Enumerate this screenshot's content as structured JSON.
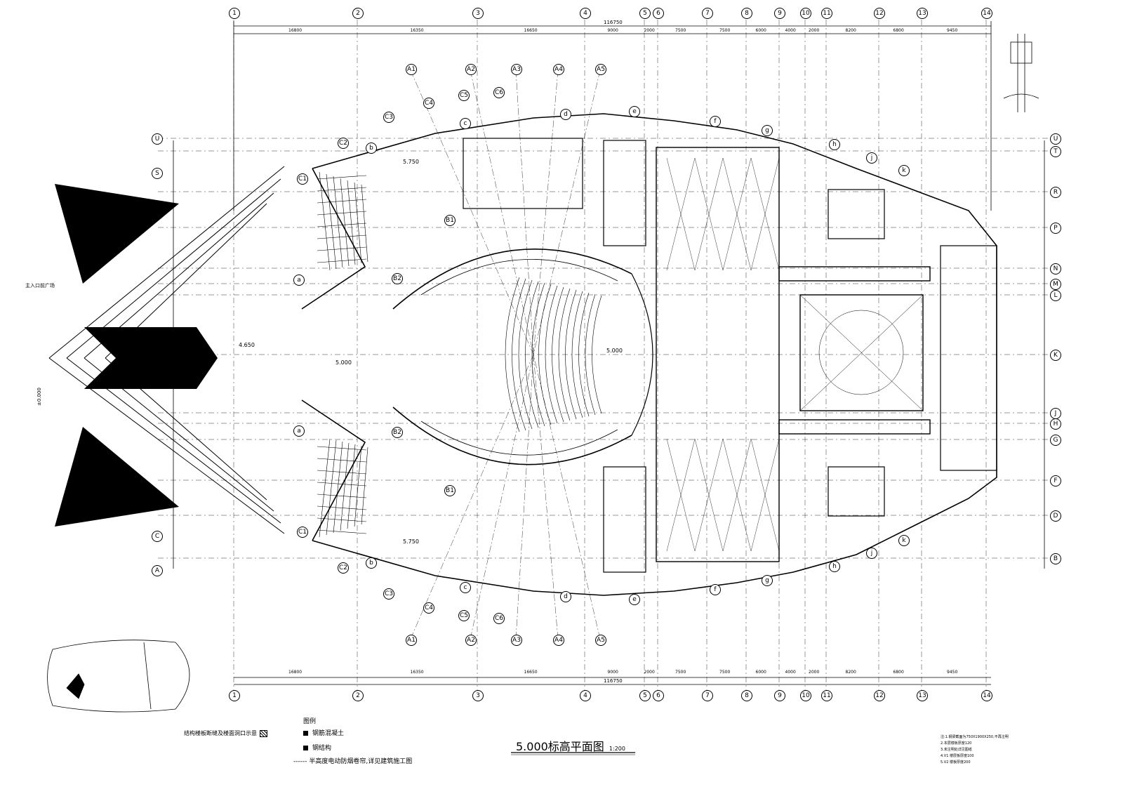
{
  "drawing_title": "5.000标高平面图",
  "drawing_scale": "1:200",
  "overall_dimension": "116750",
  "grid_columns": [
    "1",
    "2",
    "3",
    "4",
    "5",
    "6",
    "7",
    "8",
    "9",
    "10",
    "11",
    "12",
    "13",
    "14"
  ],
  "column_spacings": [
    "16800",
    "16350",
    "16650",
    "9000",
    "2000",
    "7500",
    "7500",
    "6000",
    "4000",
    "2000",
    "8200",
    "6800",
    "9450"
  ],
  "grid_rows_right": [
    "U",
    "T",
    "R",
    "P",
    "N",
    "M",
    "L",
    "K",
    "J",
    "H",
    "G",
    "F",
    "D",
    "B"
  ],
  "grid_rows_left": [
    "U",
    "S",
    "C",
    "A"
  ],
  "arc_axes": [
    "A1",
    "A2",
    "A3",
    "A4",
    "A5"
  ],
  "radial_axes": [
    "C1",
    "C2",
    "C3",
    "C4",
    "C5",
    "C6",
    "B1",
    "B2"
  ],
  "ring_axes": [
    "a",
    "b",
    "c",
    "d",
    "e",
    "f",
    "g",
    "h",
    "j",
    "k"
  ],
  "elevations": {
    "main_floor": "5.000",
    "upper_slab_a": "5.750",
    "upper_slab_b": "5.750",
    "stage": "5.000",
    "platform": "4.650"
  },
  "left_note": "主入口前广场",
  "left_level": "±0.000",
  "legend": {
    "title": "图例",
    "item1": "钢筋混凝土",
    "item2": "钢结构",
    "item3": "半高度电动防烟卷帘,详见建筑施工图",
    "slab_note": "结构楼板断缝及楼面洞口示意"
  },
  "notes": {
    "line1": "注:1.钢梁截面为750X1900X250,不再注明",
    "line2": "2.本层楼板厚度120",
    "line3": "3.未注明处详见图纸",
    "line4": "4.V1 楼层板厚度100",
    "line5": "5.V2 楼板厚度200"
  },
  "colors": {
    "line": "#000000",
    "background": "#ffffff"
  }
}
